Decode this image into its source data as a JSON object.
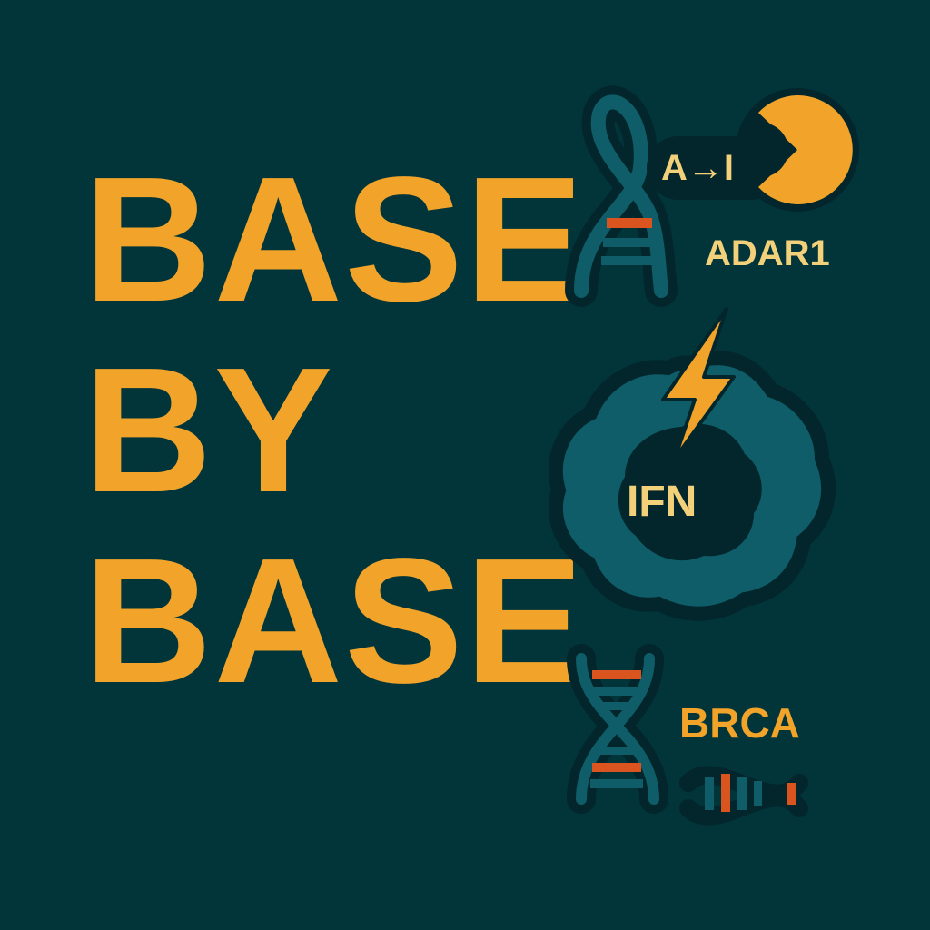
{
  "title": {
    "line1": "BASE",
    "line2": "BY",
    "line3": "BASE"
  },
  "labels": {
    "editing": "A→I",
    "enzyme": "ADAR1",
    "interferon": "IFN",
    "gene": "BRCA"
  },
  "icons": {
    "helix_top": "dna-helix-icon",
    "enzyme_blob": "pacman-enzyme-icon",
    "interferon_cell": "cell-icon",
    "lightning": "lightning-bolt-icon",
    "helix_bottom": "dna-helix-icon",
    "helix_small": "dna-helix-icon"
  },
  "colors": {
    "background": "#01353a",
    "accent": "#f1a32a",
    "teal": "#0e5d68",
    "outline": "#02262b",
    "red": "#d9541e",
    "label": "#f3d07a"
  }
}
